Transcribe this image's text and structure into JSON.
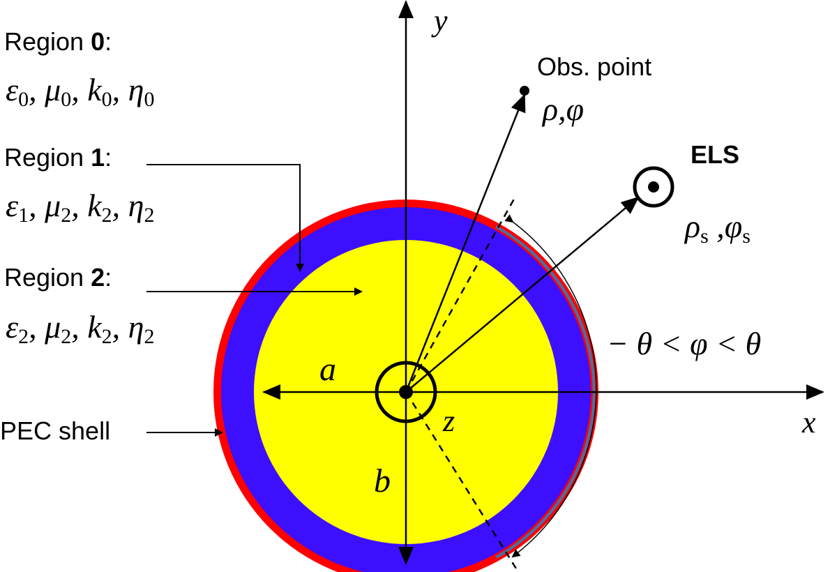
{
  "axes": {
    "x": "x",
    "y": "y",
    "z": "z"
  },
  "regions": [
    {
      "label": "Region ",
      "index": "0",
      "colon": ":",
      "params": [
        "ε",
        "0",
        ", ",
        "μ",
        "0",
        ", ",
        "k",
        "0",
        ", ",
        "η",
        "0"
      ]
    },
    {
      "label": "Region ",
      "index": "1",
      "colon": ":",
      "params": [
        "ε",
        "1",
        ", ",
        "μ",
        "2",
        ", ",
        "k",
        "2",
        ", ",
        "η",
        "2"
      ]
    },
    {
      "label": "Region ",
      "index": "2",
      "colon": ":",
      "params": [
        "ε",
        "2",
        ", ",
        "μ",
        "2",
        ", ",
        "k",
        "2",
        ", ",
        "η",
        "2"
      ]
    }
  ],
  "pec_label": "PEC shell",
  "obs_point": {
    "label": "Obs. point",
    "coords": [
      "ρ",
      ",",
      "φ"
    ]
  },
  "source": {
    "label": "ELS",
    "coords": [
      "ρ",
      "s",
      " ,",
      "φ",
      "s"
    ]
  },
  "radii": {
    "a": "a",
    "b": "b"
  },
  "angle_range": "− θ < φ < θ",
  "colors": {
    "pec": "#ff0000",
    "region1": "#3d0fff",
    "region2": "#ffff00",
    "pec_gap": "#4a6fa5"
  }
}
